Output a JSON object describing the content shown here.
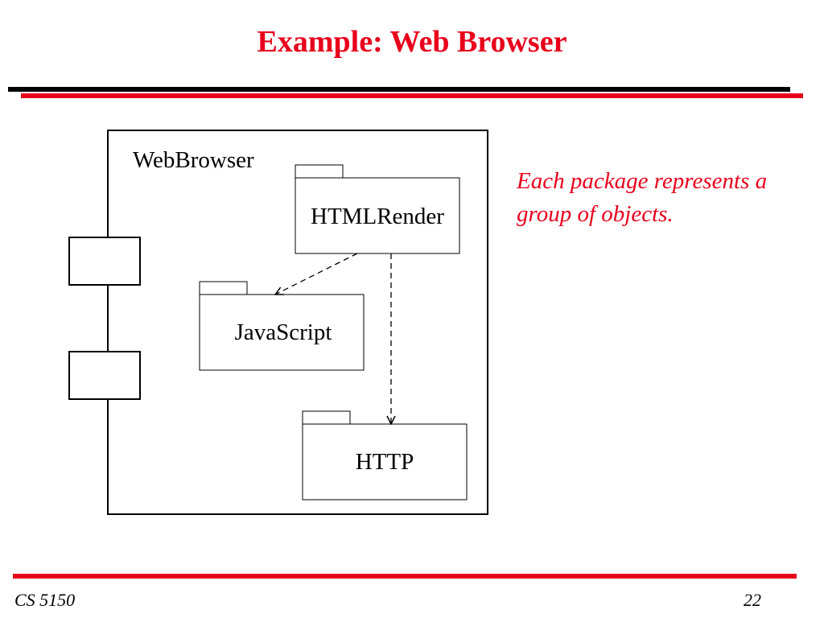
{
  "slide": {
    "title": "Example: Web Browser",
    "note": "Each package represents a group of objects.",
    "footer_left": "CS 5150",
    "page_number": "22"
  },
  "diagram": {
    "container_label": "WebBrowser",
    "packages": [
      {
        "name": "HTMLRender"
      },
      {
        "name": "JavaScript"
      },
      {
        "name": "HTTP"
      }
    ],
    "dependencies": [
      {
        "from": "HTMLRender",
        "to": "JavaScript",
        "style": "dashed"
      },
      {
        "from": "HTMLRender",
        "to": "HTTP",
        "style": "dashed"
      }
    ]
  },
  "colors": {
    "accent": "#e8001c",
    "ink": "#000000"
  }
}
